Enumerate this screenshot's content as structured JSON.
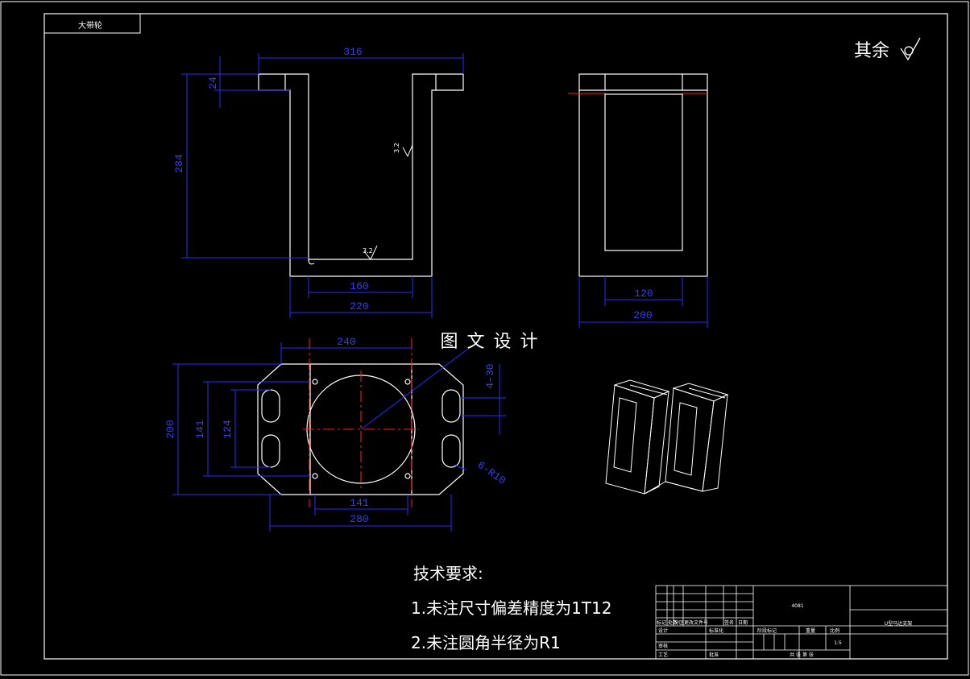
{
  "title_tab": "大带轮",
  "roughness_note": {
    "label": "其余"
  },
  "watermark": "图 文 设 计",
  "surface_marks": [
    "3.2",
    "3.2"
  ],
  "dimensions": {
    "front": {
      "width_top": "316",
      "height": "284",
      "flange": "24",
      "inner": "160",
      "outer": "220"
    },
    "side": {
      "inner": "120",
      "outer": "200"
    },
    "top": {
      "hole_span": "240",
      "height": "200",
      "slot_span": "141",
      "slot_len": "124",
      "slot_w": "4-30",
      "radius": "6-R10",
      "lower_span": "141",
      "width": "280"
    }
  },
  "tech": {
    "heading": "技术要求:",
    "items": [
      "1.未注尺寸偏差精度为1T12",
      "2.未注圆角半径为R1"
    ]
  },
  "title_block": {
    "drawing_no": "4081",
    "part_name": "U型马达支架",
    "scale": "1:5",
    "row_labels": [
      "标记",
      "处数",
      "分区",
      "更改文件号",
      "签名",
      "日期"
    ],
    "col_labels": [
      "阶段标记",
      "重量",
      "比例"
    ],
    "design": "设计",
    "check": "审核",
    "process": "工艺",
    "standard": "标准化",
    "approve": "批准",
    "sheet": "共 张 第 张"
  },
  "colors": {
    "outline": "#ffffff",
    "dimension": "#2a2aff",
    "center": "#ff2020",
    "background": "#000000"
  }
}
